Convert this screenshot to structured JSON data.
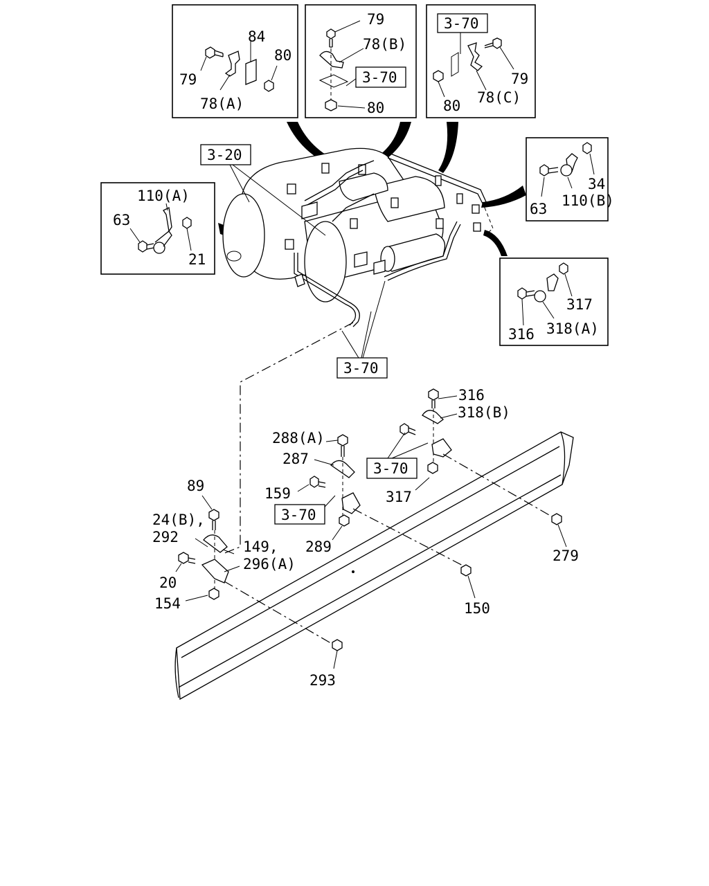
{
  "diagram": {
    "callouts": {
      "c79_a": "79",
      "c84": "84",
      "c80_a": "80",
      "c78a_a": "78(A)",
      "c79_b": "79",
      "c78b_a": "78(B)",
      "c80_b": "80",
      "c79_c": "79",
      "c80_c": "80",
      "c78c": "78(C)",
      "c110a": "110(A)",
      "c63_a": "63",
      "c21": "21",
      "c34": "34",
      "c63_b": "63",
      "c110b": "110(B)",
      "c317_a": "317",
      "c316_a": "316",
      "c318a": "318(A)",
      "c316_b": "316",
      "c318b": "318(B)",
      "c288a": "288(A)",
      "c287": "287",
      "c159": "159",
      "c317_b": "317",
      "c89": "89",
      "c24b": "24(B),",
      "c292": "292",
      "c149": "149,",
      "c296a": "296(A)",
      "c289": "289",
      "c279": "279",
      "c20": "20",
      "c154": "154",
      "c150": "150",
      "c293": "293"
    },
    "refs": {
      "r320": "3-20",
      "r370_top_mid": "3-70",
      "r370_top_right": "3-70",
      "r370_main": "3-70",
      "r370_mid": "3-70",
      "r370_low": "3-70"
    }
  }
}
